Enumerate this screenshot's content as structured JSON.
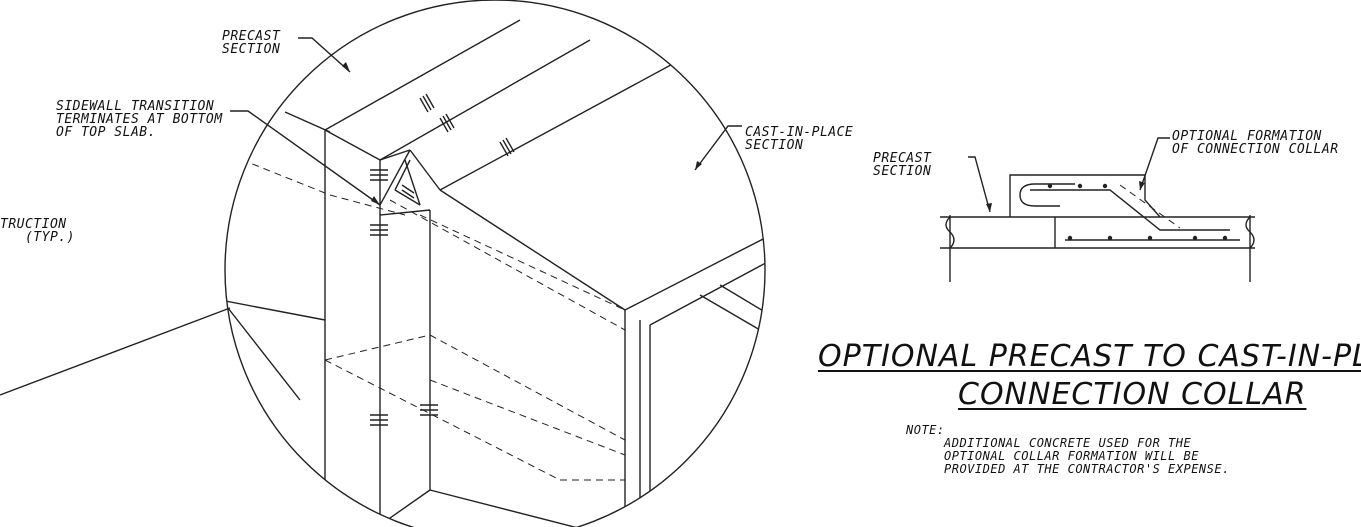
{
  "labels": {
    "precast_section_main": "PRECAST\nSECTION",
    "sidewall_transition": "SIDEWALL TRANSITION\nTERMINATES AT BOTTOM\nOF TOP SLAB.",
    "construction_partial": "TRUCTION\n   (TYP.)",
    "cast_in_place_section": "CAST-IN-PLACE\nSECTION",
    "precast_section_detail": "PRECAST\nSECTION",
    "optional_formation": "OPTIONAL FORMATION\nOF CONNECTION COLLAR"
  },
  "title": {
    "line1": "OPTIONAL PRECAST TO CAST-IN-PLA",
    "line2": "CONNECTION COLLAR"
  },
  "note": {
    "heading": "NOTE:",
    "text": "ADDITIONAL CONCRETE USED FOR THE\nOPTIONAL COLLAR FORMATION WILL BE\nPROVIDED AT THE CONTRACTOR'S EXPENSE."
  }
}
